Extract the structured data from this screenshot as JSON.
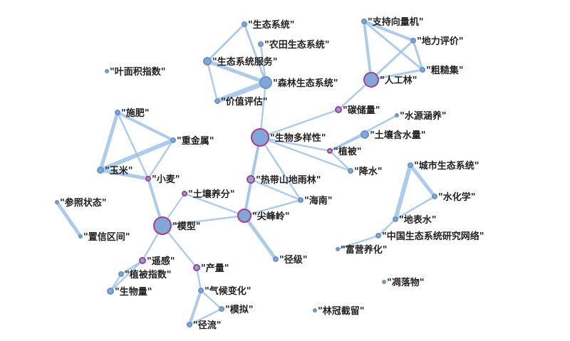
{
  "colors": {
    "edge": "#9fc3e7",
    "node_fill": "#7fa8d8",
    "node_stroke_plain": "#6b93c7",
    "node_stroke_highlight": "#b03c8a",
    "label": "#222222"
  },
  "nodes": [
    {
      "id": "n1",
      "label": "\"生态系统\""
    },
    {
      "id": "n2",
      "label": "\"农田生态系统\""
    },
    {
      "id": "n3",
      "label": "\"生态系统服务\""
    },
    {
      "id": "n4",
      "label": "\"森林生态系统\""
    },
    {
      "id": "n5",
      "label": "\"价值评估\""
    },
    {
      "id": "n6",
      "label": "\"叶面积指数\""
    },
    {
      "id": "n7",
      "label": "\"支持向量机\""
    },
    {
      "id": "n8",
      "label": "\"地力评价\""
    },
    {
      "id": "n9",
      "label": "\"人工林\""
    },
    {
      "id": "n10",
      "label": "\"粗糙集\""
    },
    {
      "id": "n11",
      "label": "\"碳储量\""
    },
    {
      "id": "n12",
      "label": "\"水源涵养\""
    },
    {
      "id": "n13",
      "label": "\"生物多样性\""
    },
    {
      "id": "n14",
      "label": "\"土壤含水量\""
    },
    {
      "id": "n15",
      "label": "\"植被\""
    },
    {
      "id": "n16",
      "label": "\"降水\""
    },
    {
      "id": "n17",
      "label": "\"施肥\""
    },
    {
      "id": "n18",
      "label": "\"重金属\""
    },
    {
      "id": "n19",
      "label": "\"玉米\""
    },
    {
      "id": "n20",
      "label": "\"小麦\""
    },
    {
      "id": "n21",
      "label": "\"热带山地雨林\""
    },
    {
      "id": "n22",
      "label": "\"土壤养分\""
    },
    {
      "id": "n23",
      "label": "\"海南\""
    },
    {
      "id": "n24",
      "label": "\"城市生态系统\""
    },
    {
      "id": "n25",
      "label": "\"水化学\""
    },
    {
      "id": "n26",
      "label": "\"参照状态\""
    },
    {
      "id": "n27",
      "label": "\"尖峰岭\""
    },
    {
      "id": "n28",
      "label": "\"模型\""
    },
    {
      "id": "n29",
      "label": "\"地表水\""
    },
    {
      "id": "n30",
      "label": "\"置信区间\""
    },
    {
      "id": "n31",
      "label": "\"中国生态系统研究网络\""
    },
    {
      "id": "n32",
      "label": "\"富营养化\""
    },
    {
      "id": "n33",
      "label": "\"径级\""
    },
    {
      "id": "n34",
      "label": "\"遥感\""
    },
    {
      "id": "n35",
      "label": "\"产量\""
    },
    {
      "id": "n36",
      "label": "\"植被指数\""
    },
    {
      "id": "n37",
      "label": "\"凋落物\""
    },
    {
      "id": "n38",
      "label": "\"生物量\""
    },
    {
      "id": "n39",
      "label": "\"气候变化\""
    },
    {
      "id": "n40",
      "label": "\"模拟\""
    },
    {
      "id": "n41",
      "label": "\"林冠截留\""
    },
    {
      "id": "n42",
      "label": "\"径流\""
    }
  ],
  "edges": [
    [
      "n1",
      "n3"
    ],
    [
      "n1",
      "n4"
    ],
    [
      "n2",
      "n4"
    ],
    [
      "n3",
      "n4"
    ],
    [
      "n3",
      "n5"
    ],
    [
      "n4",
      "n5"
    ],
    [
      "n4",
      "n13"
    ],
    [
      "n7",
      "n8"
    ],
    [
      "n7",
      "n9"
    ],
    [
      "n7",
      "n10"
    ],
    [
      "n8",
      "n9"
    ],
    [
      "n8",
      "n10"
    ],
    [
      "n9",
      "n10"
    ],
    [
      "n9",
      "n11"
    ],
    [
      "n11",
      "n13"
    ],
    [
      "n13",
      "n15"
    ],
    [
      "n13",
      "n21"
    ],
    [
      "n13",
      "n27"
    ],
    [
      "n13",
      "n23"
    ],
    [
      "n12",
      "n15"
    ],
    [
      "n14",
      "n15"
    ],
    [
      "n15",
      "n16"
    ],
    [
      "n13",
      "n16"
    ],
    [
      "n17",
      "n18"
    ],
    [
      "n17",
      "n19"
    ],
    [
      "n17",
      "n20"
    ],
    [
      "n18",
      "n19"
    ],
    [
      "n18",
      "n20"
    ],
    [
      "n19",
      "n20"
    ],
    [
      "n20",
      "n28"
    ],
    [
      "n21",
      "n27"
    ],
    [
      "n21",
      "n23"
    ],
    [
      "n27",
      "n23"
    ],
    [
      "n27",
      "n33"
    ],
    [
      "n22",
      "n28"
    ],
    [
      "n22",
      "n27"
    ],
    [
      "n28",
      "n34"
    ],
    [
      "n28",
      "n35"
    ],
    [
      "n28",
      "n27"
    ],
    [
      "n34",
      "n36"
    ],
    [
      "n34",
      "n38"
    ],
    [
      "n36",
      "n38"
    ],
    [
      "n35",
      "n39"
    ],
    [
      "n39",
      "n40"
    ],
    [
      "n39",
      "n42"
    ],
    [
      "n40",
      "n42"
    ],
    [
      "n26",
      "n30"
    ],
    [
      "n24",
      "n25"
    ],
    [
      "n24",
      "n29"
    ],
    [
      "n25",
      "n29"
    ],
    [
      "n29",
      "n31"
    ],
    [
      "n31",
      "n32"
    ]
  ]
}
